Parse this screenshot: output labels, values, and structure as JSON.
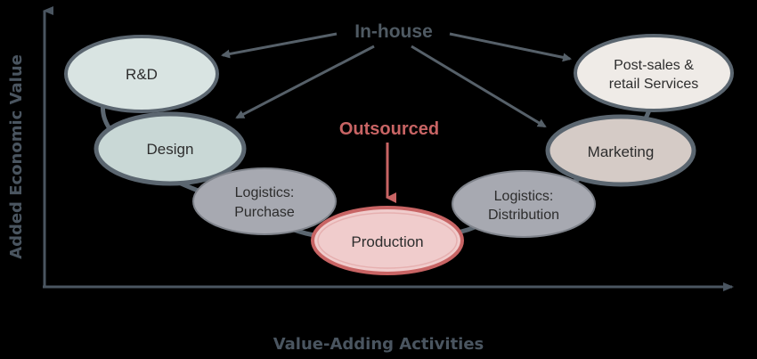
{
  "diagram": {
    "header_label": "In-house",
    "outsourced_label": "Outsourced",
    "y_axis_title": "Added Economic Value",
    "x_axis_title": "Value-Adding Activities",
    "nodes": {
      "rd": "R&D",
      "design": "Design",
      "logistics_purchase_1": "Logistics:",
      "logistics_purchase_2": "Purchase",
      "production": "Production",
      "logistics_distribution_1": "Logistics:",
      "logistics_distribution_2": "Distribution",
      "marketing": "Marketing",
      "post_sales_1": "Post-sales &",
      "post_sales_2": "retail Services"
    },
    "colors": {
      "background": "#000000",
      "axis": "#4a5560",
      "arrow": "#566069",
      "curve": "#5b6670",
      "outsourced": "#c86464",
      "rd_fill": "#d9e4e2",
      "design_fill": "#c9d8d6",
      "logistics_fill": "#a7a9b1",
      "production_fill": "#f0cccc",
      "marketing_fill": "#d5cbc6",
      "post_sales_fill": "#efebe7"
    }
  }
}
